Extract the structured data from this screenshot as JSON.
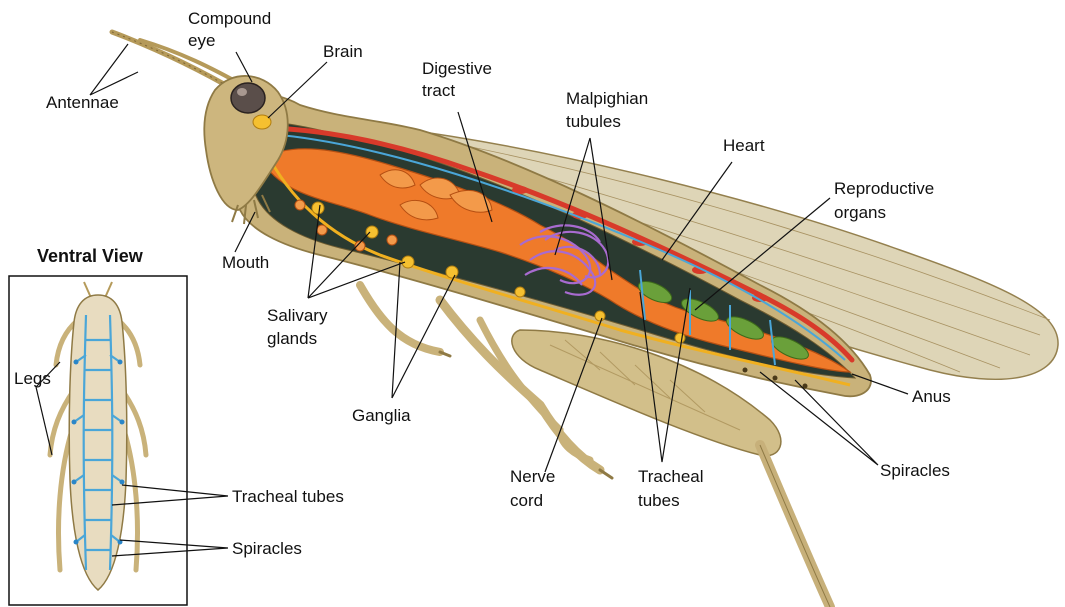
{
  "labels": {
    "compound_eye_1": "Compound",
    "compound_eye_2": "eye",
    "brain": "Brain",
    "antennae": "Antennae",
    "digestive_tract_1": "Digestive",
    "digestive_tract_2": "tract",
    "malpighian_1": "Malpighian",
    "malpighian_2": "tubules",
    "heart": "Heart",
    "reproductive_1": "Reproductive",
    "reproductive_2": "organs",
    "mouth": "Mouth",
    "salivary_1": "Salivary",
    "salivary_2": "glands",
    "ganglia": "Ganglia",
    "nerve_cord_1": "Nerve",
    "nerve_cord_2": "cord",
    "tracheal_tubes_1": "Tracheal",
    "tracheal_tubes_2": "tubes",
    "anus": "Anus",
    "spiracles": "Spiracles"
  },
  "ventral_view": {
    "title": "Ventral View",
    "legs": "Legs",
    "tracheal_tubes": "Tracheal tubes",
    "spiracles": "Spiracles"
  },
  "colors": {
    "body": "#c9b27a",
    "body_dark": "#8f7a45",
    "cavity": "#2a3a30",
    "digestive": "#ef7a2a",
    "malpighian": "#a86bd0",
    "heart": "#d83a2a",
    "nerve": "#f0b020",
    "trachea": "#4aa6d8",
    "reproductive": "#6aa03a",
    "wing": "#ddd3b4",
    "ventral_bg": "#e8dcc0"
  }
}
